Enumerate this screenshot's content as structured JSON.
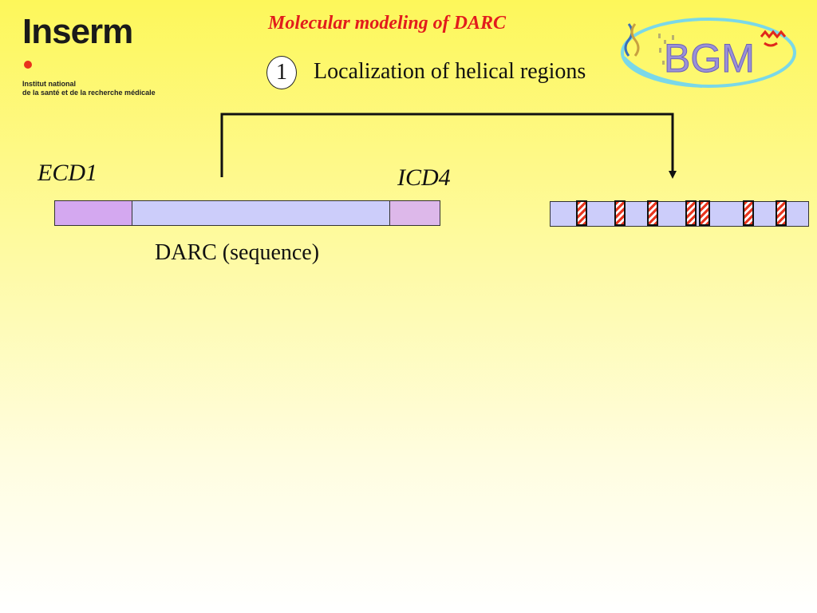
{
  "header": {
    "title": "Molecular modeling of DARC",
    "step_number": "1",
    "step_title": "Localization of helical regions"
  },
  "logos": {
    "inserm": {
      "wordmark": "Inserm",
      "line1": "Institut national",
      "line2": "de la santé et de la recherche médicale"
    },
    "bgm": {
      "wordmark": "BGM"
    }
  },
  "diagram": {
    "ecd1_label": "ECD1",
    "icd4_label": "ICD4",
    "sequence_label": "DARC (sequence)",
    "helix_count": 7
  },
  "colors": {
    "title_red": "#e21c1c",
    "ecd1_segment": "#d4a8f0",
    "core_segment": "#cccdfa",
    "icd4_segment": "#ddb8ea",
    "helix_stripe": "#e8351e"
  }
}
